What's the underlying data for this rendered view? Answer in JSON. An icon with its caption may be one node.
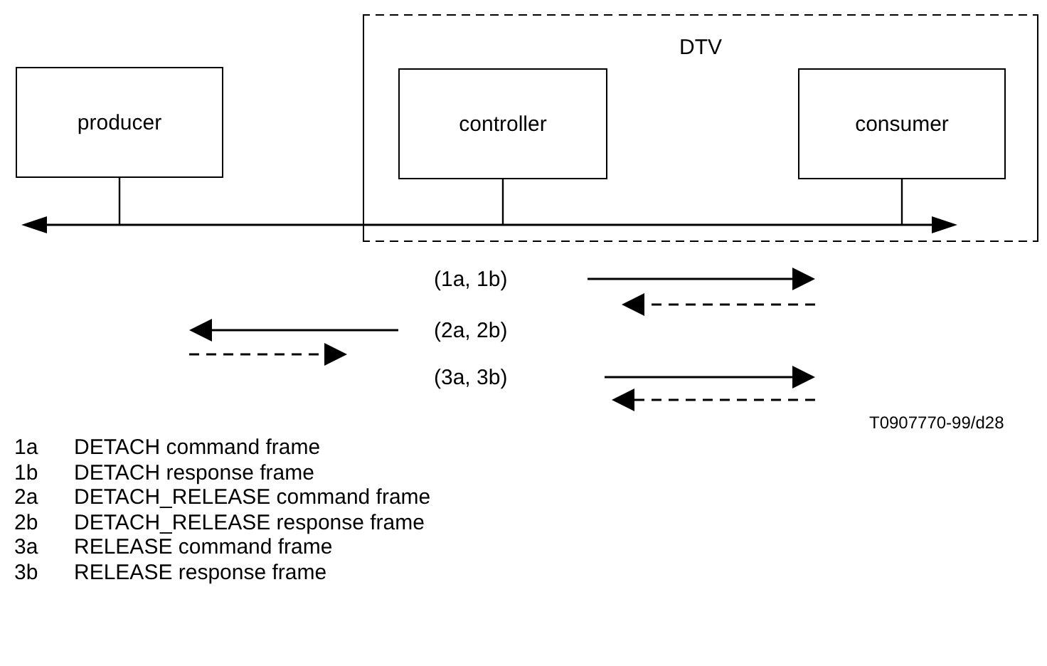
{
  "diagram": {
    "nodes": [
      {
        "text": [
          "DTV"
        ]
      },
      {
        "text": [
          "producer"
        ]
      },
      {
        "text": [
          "controller"
        ],
        "in": 0
      },
      {
        "text": [
          "consumer"
        ],
        "in": 0
      },
      {
        "text": [],
        "shape": "bar"
      }
    ],
    "edges": [
      {
        "from": 1,
        "to": 4,
        "arrow": "none"
      },
      {
        "from": 2,
        "to": 4,
        "arrow": "none"
      },
      {
        "from": 3,
        "to": 4,
        "arrow": "none"
      }
    ],
    "labels": [
      "(1a, 1b)",
      "(2a, 2b)",
      "(3a, 3b)",
      "T0907770-99/d28",
      "1a",
      "DETACH command frame",
      "1b",
      "DETACH response frame",
      "2a",
      "DETACH_RELEASE command frame",
      "2b",
      "DETACH_RELEASE response frame",
      "3a",
      "RELEASE command frame",
      "3b",
      "RELEASE response frame"
    ]
  }
}
